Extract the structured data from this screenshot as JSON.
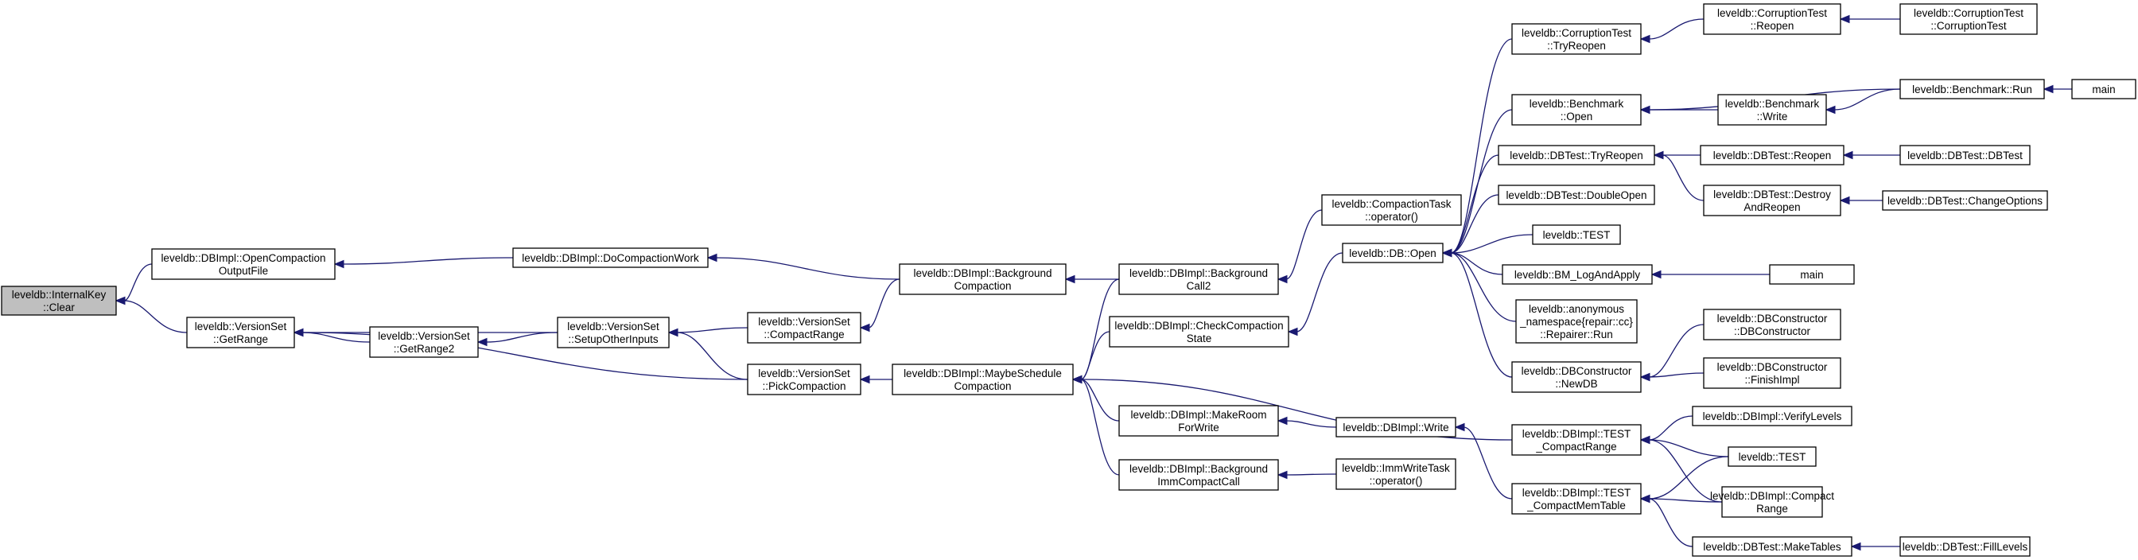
{
  "nodes": [
    {
      "id": "n0",
      "lines": [
        "leveldb::InternalKey",
        "::Clear"
      ],
      "root": true
    },
    {
      "id": "n1",
      "lines": [
        "leveldb::DBImpl::OpenCompaction",
        "OutputFile"
      ]
    },
    {
      "id": "n2",
      "lines": [
        "leveldb::VersionSet",
        "::GetRange"
      ]
    },
    {
      "id": "n3",
      "lines": [
        "leveldb::DBImpl::DoCompactionWork"
      ]
    },
    {
      "id": "n4",
      "lines": [
        "leveldb::VersionSet",
        "::GetRange2"
      ]
    },
    {
      "id": "n5",
      "lines": [
        "leveldb::VersionSet",
        "::SetupOtherInputs"
      ]
    },
    {
      "id": "n6",
      "lines": [
        "leveldb::VersionSet",
        "::PickCompaction"
      ]
    },
    {
      "id": "n7",
      "lines": [
        "leveldb::VersionSet",
        "::CompactRange"
      ]
    },
    {
      "id": "n8",
      "lines": [
        "leveldb::DBImpl::Background",
        "Compaction"
      ]
    },
    {
      "id": "n9",
      "lines": [
        "leveldb::DBImpl::MaybeSchedule",
        "Compaction"
      ]
    },
    {
      "id": "n10",
      "lines": [
        "leveldb::DBImpl::Background",
        "Call2"
      ]
    },
    {
      "id": "n11",
      "lines": [
        "leveldb::DBImpl::CheckCompaction",
        "State"
      ]
    },
    {
      "id": "n12",
      "lines": [
        "leveldb::DBImpl::MakeRoom",
        "ForWrite"
      ]
    },
    {
      "id": "n13",
      "lines": [
        "leveldb::DBImpl::Background",
        "ImmCompactCall"
      ]
    },
    {
      "id": "n14",
      "lines": [
        "leveldb::CompactionTask",
        "::operator()"
      ]
    },
    {
      "id": "n15",
      "lines": [
        "leveldb::DB::Open"
      ]
    },
    {
      "id": "n16",
      "lines": [
        "leveldb::DBImpl::Write"
      ]
    },
    {
      "id": "n17",
      "lines": [
        "leveldb::ImmWriteTask",
        "::operator()"
      ]
    },
    {
      "id": "n18",
      "lines": [
        "leveldb::CorruptionTest",
        "::TryReopen"
      ]
    },
    {
      "id": "n19",
      "lines": [
        "leveldb::Benchmark",
        "::Open"
      ]
    },
    {
      "id": "n20",
      "lines": [
        "leveldb::DBTest::TryReopen"
      ]
    },
    {
      "id": "n21",
      "lines": [
        "leveldb::DBTest::DoubleOpen"
      ]
    },
    {
      "id": "n22",
      "lines": [
        "leveldb::TEST"
      ]
    },
    {
      "id": "n23",
      "lines": [
        "leveldb::BM_LogAndApply"
      ]
    },
    {
      "id": "n24",
      "lines": [
        "leveldb::anonymous",
        "_namespace{repair::cc}",
        "::Repairer::Run"
      ]
    },
    {
      "id": "n25",
      "lines": [
        "leveldb::DBConstructor",
        "::NewDB"
      ]
    },
    {
      "id": "n26",
      "lines": [
        "leveldb::DBImpl::TEST",
        "_CompactRange"
      ]
    },
    {
      "id": "n27",
      "lines": [
        "leveldb::DBImpl::TEST",
        "_CompactMemTable"
      ]
    },
    {
      "id": "n28",
      "lines": [
        "leveldb::CorruptionTest",
        "::Reopen"
      ]
    },
    {
      "id": "n29",
      "lines": [
        "leveldb::Benchmark",
        "::Write"
      ]
    },
    {
      "id": "n30",
      "lines": [
        "leveldb::DBTest::Reopen"
      ]
    },
    {
      "id": "n31",
      "lines": [
        "leveldb::DBTest::Destroy",
        "AndReopen"
      ]
    },
    {
      "id": "n32",
      "lines": [
        "main"
      ]
    },
    {
      "id": "n33",
      "lines": [
        "leveldb::DBConstructor",
        "::DBConstructor"
      ]
    },
    {
      "id": "n34",
      "lines": [
        "leveldb::DBConstructor",
        "::FinishImpl"
      ]
    },
    {
      "id": "n35",
      "lines": [
        "leveldb::DBImpl::VerifyLevels"
      ]
    },
    {
      "id": "n36",
      "lines": [
        "leveldb::TEST"
      ]
    },
    {
      "id": "n37",
      "lines": [
        "leveldb::DBImpl::Compact",
        "Range"
      ]
    },
    {
      "id": "n38",
      "lines": [
        "leveldb::DBTest::MakeTables"
      ]
    },
    {
      "id": "n39",
      "lines": [
        "leveldb::CorruptionTest",
        "::CorruptionTest"
      ]
    },
    {
      "id": "n40",
      "lines": [
        "leveldb::Benchmark::Run"
      ]
    },
    {
      "id": "n41",
      "lines": [
        "leveldb::DBTest::DBTest"
      ]
    },
    {
      "id": "n42",
      "lines": [
        "leveldb::DBTest::ChangeOptions"
      ]
    },
    {
      "id": "n43",
      "lines": [
        "leveldb::DBTest::FillLevels"
      ]
    },
    {
      "id": "n44",
      "lines": [
        "main"
      ]
    }
  ],
  "edges": [
    [
      "n1",
      "n0"
    ],
    [
      "n2",
      "n0"
    ],
    [
      "n3",
      "n1"
    ],
    [
      "n4",
      "n2"
    ],
    [
      "n5",
      "n2"
    ],
    [
      "n6",
      "n2"
    ],
    [
      "n5",
      "n4"
    ],
    [
      "n7",
      "n5"
    ],
    [
      "n6",
      "n5"
    ],
    [
      "n8",
      "n3"
    ],
    [
      "n8",
      "n7"
    ],
    [
      "n9",
      "n6"
    ],
    [
      "n10",
      "n8"
    ],
    [
      "n10",
      "n9"
    ],
    [
      "n11",
      "n9"
    ],
    [
      "n12",
      "n9"
    ],
    [
      "n13",
      "n9"
    ],
    [
      "n26",
      "n9"
    ],
    [
      "n14",
      "n10"
    ],
    [
      "n15",
      "n11"
    ],
    [
      "n16",
      "n12"
    ],
    [
      "n17",
      "n13"
    ],
    [
      "n18",
      "n15"
    ],
    [
      "n19",
      "n15"
    ],
    [
      "n20",
      "n15"
    ],
    [
      "n21",
      "n15"
    ],
    [
      "n22",
      "n15"
    ],
    [
      "n23",
      "n15"
    ],
    [
      "n24",
      "n15"
    ],
    [
      "n25",
      "n15"
    ],
    [
      "n27",
      "n16"
    ],
    [
      "n28",
      "n18"
    ],
    [
      "n29",
      "n19"
    ],
    [
      "n40",
      "n19"
    ],
    [
      "n30",
      "n20"
    ],
    [
      "n31",
      "n20"
    ],
    [
      "n32",
      "n23"
    ],
    [
      "n33",
      "n25"
    ],
    [
      "n34",
      "n25"
    ],
    [
      "n35",
      "n26"
    ],
    [
      "n36",
      "n26"
    ],
    [
      "n37",
      "n26"
    ],
    [
      "n36",
      "n27"
    ],
    [
      "n37",
      "n27"
    ],
    [
      "n38",
      "n27"
    ],
    [
      "n39",
      "n28"
    ],
    [
      "n40",
      "n29"
    ],
    [
      "n41",
      "n30"
    ],
    [
      "n42",
      "n31"
    ],
    [
      "n43",
      "n38"
    ],
    [
      "n44",
      "n40"
    ]
  ],
  "colors": {
    "edge": "#191970",
    "root_fill": "#bfbfbf",
    "node_fill": "#ffffff",
    "border": "#000000"
  }
}
